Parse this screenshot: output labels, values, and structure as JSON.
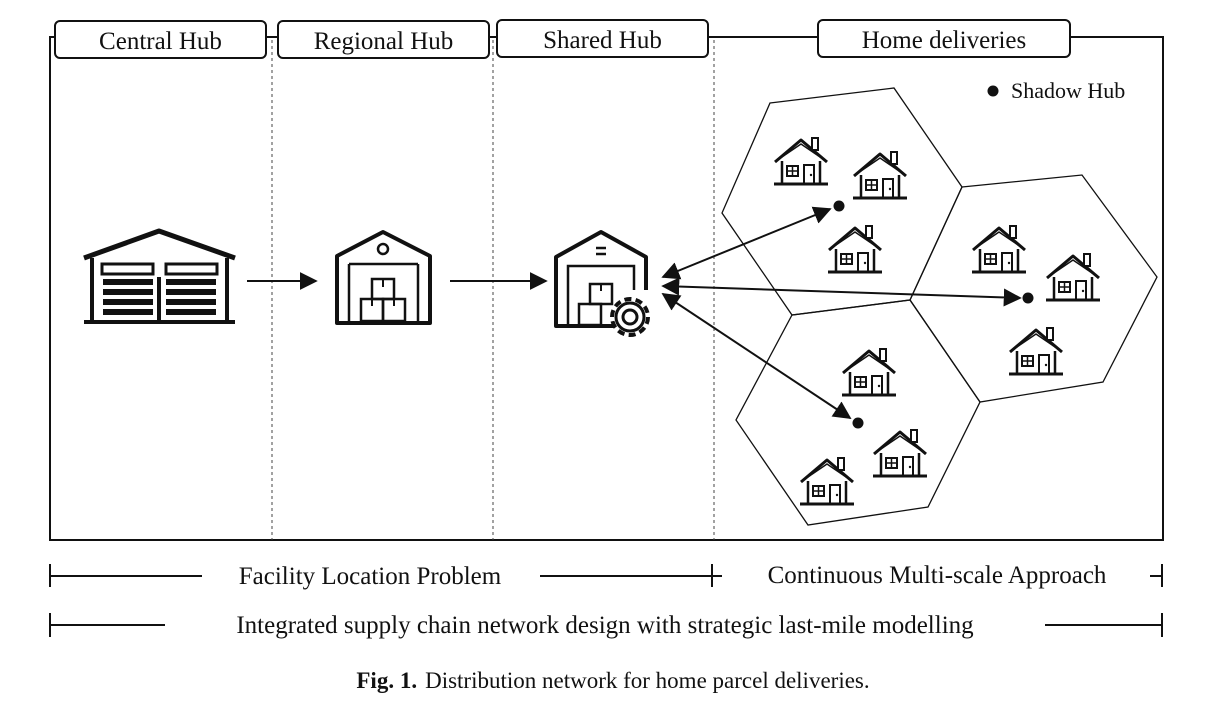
{
  "stages": [
    {
      "label": "Central Hub"
    },
    {
      "label": "Regional Hub"
    },
    {
      "label": "Shared Hub"
    },
    {
      "label": "Home deliveries"
    }
  ],
  "legend": {
    "label": "Shadow Hub",
    "icon": "filled-dot-icon"
  },
  "bands": {
    "facility_location": "Facility Location Problem",
    "continuous_approach": "Continuous Multi-scale Approach",
    "integrated": "Integrated supply chain network design with strategic last-mile modelling"
  },
  "caption": {
    "figure_number": "Fig. 1.",
    "text": "Distribution network for home parcel deliveries."
  },
  "icons": {
    "central_hub": "warehouse-icon",
    "regional_hub": "warehouse-boxes-icon",
    "shared_hub": "warehouse-gear-icon",
    "house": "house-icon"
  },
  "colors": {
    "line": "#111111",
    "background": "#ffffff"
  }
}
